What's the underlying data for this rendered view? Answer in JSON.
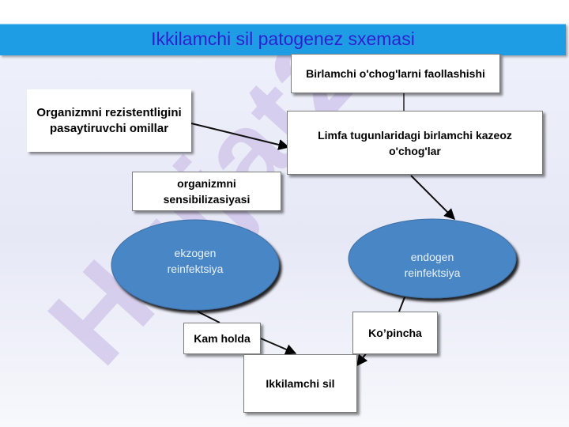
{
  "title": "Ikkilamchi sil patogenez sxemasi",
  "watermark": "Hujjat24",
  "colors": {
    "title_bar": "#1e9de4",
    "title_text": "#2f1fd0",
    "ellipse_fill": "#4a86c5",
    "watermark": "#cfc3ea"
  },
  "nodes": {
    "primary_activation": "Birlamchi o'chog'larni faollashishi",
    "resistance_factors": "Organizmni rezistentligini pasaytiruvchi omillar",
    "lymph_node_foci": "Limfa tugunlaridagi birlamchi kazeoz o'chog'lar",
    "sensitization": "organizmni sensibilizasiyasi",
    "exogenous": "ekzogen reinfektsiya",
    "endogenous": "endogen reinfektsiya",
    "rarely": "Kam holda",
    "mostly": "Ko’pincha",
    "secondary_tb": "Ikkilamchi sil"
  }
}
